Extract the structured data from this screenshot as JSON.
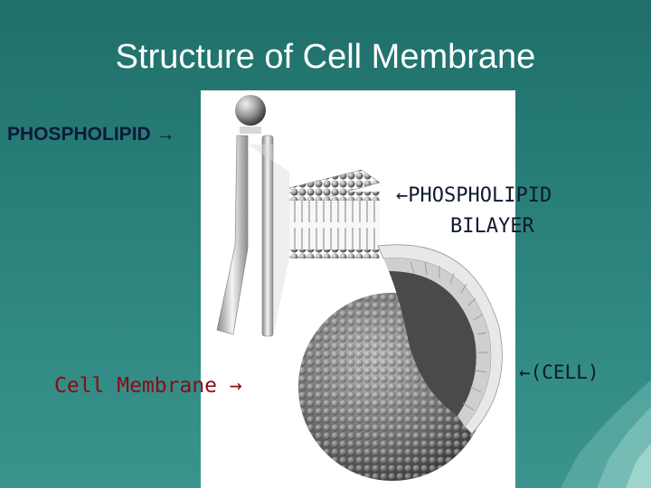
{
  "slide": {
    "title": "Structure of Cell Membrane"
  },
  "labels": {
    "phospholipid": "PHOSPHOLIPID →",
    "bilayer_line1": "←PHOSPHOLIPID",
    "bilayer_line2": "BILAYER",
    "cell_membrane": "Cell Membrane →",
    "cell": "←(CELL)"
  },
  "colors": {
    "background": "#2a817b",
    "title_text": "#ffffff",
    "label_dark": "#101a2e",
    "label_red": "#8b0a14"
  }
}
